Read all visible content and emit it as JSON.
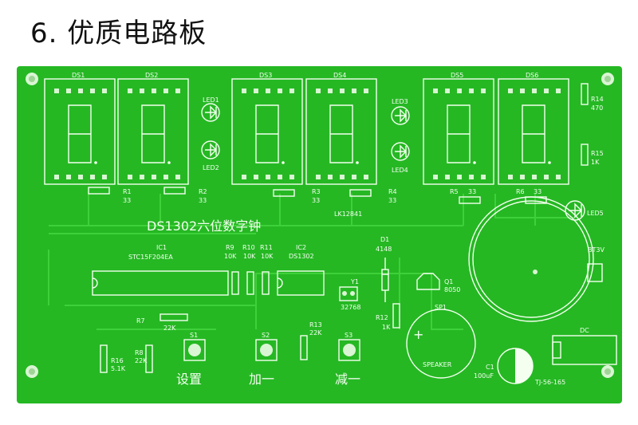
{
  "heading": "6. 优质电路板",
  "board_title": "DS1302六位数字钟",
  "displays": [
    "DS1",
    "DS2",
    "DS3",
    "DS4",
    "DS5",
    "DS6"
  ],
  "leds": [
    "LED1",
    "LED2",
    "LED3",
    "LED4",
    "LED5"
  ],
  "resistors": {
    "r1": {
      "name": "R1",
      "value": "33"
    },
    "r2": {
      "name": "R2",
      "value": "33"
    },
    "r3": {
      "name": "R3",
      "value": "33"
    },
    "r4": {
      "name": "R4",
      "value": "33"
    },
    "r5": {
      "name": "R5",
      "value": "33"
    },
    "r6": {
      "name": "R6",
      "value": "33"
    },
    "r7": {
      "name": "R7",
      "value": "22K"
    },
    "r8": {
      "name": "R8",
      "value": "22K"
    },
    "r9": {
      "name": "R9",
      "value": "10K"
    },
    "r10": {
      "name": "R10",
      "value": "10K"
    },
    "r11": {
      "name": "R11",
      "value": "10K"
    },
    "r12": {
      "name": "R12",
      "value": "1K"
    },
    "r13": {
      "name": "R13",
      "value": "22K"
    },
    "r14": {
      "name": "R14",
      "value": "470"
    },
    "r15": {
      "name": "R15",
      "value": "1K"
    },
    "r16": {
      "name": "R16",
      "value": "5.1K"
    }
  },
  "ic1": {
    "name": "IC1",
    "part": "STC15F204EA"
  },
  "ic2": {
    "name": "IC2",
    "part": "DS1302"
  },
  "d1": {
    "name": "D1",
    "part": "4148"
  },
  "y1": {
    "name": "Y1",
    "part": "32768"
  },
  "q1": {
    "name": "Q1",
    "part": "8050"
  },
  "sp1": {
    "name": "SP1",
    "part": "SPEAKER",
    "polarity": "+"
  },
  "bt": {
    "name": "BT3V"
  },
  "c1": {
    "name": "C1",
    "part": "100uF"
  },
  "dc": {
    "name": "DC"
  },
  "board_code": "LK12841",
  "model": "TJ-56-165",
  "buttons": [
    {
      "name": "S1",
      "label": "设置"
    },
    {
      "name": "S2",
      "label": "加一"
    },
    {
      "name": "S3",
      "label": "减一"
    }
  ],
  "colors": {
    "board": "#25b823",
    "silk": "#f4fff0"
  }
}
